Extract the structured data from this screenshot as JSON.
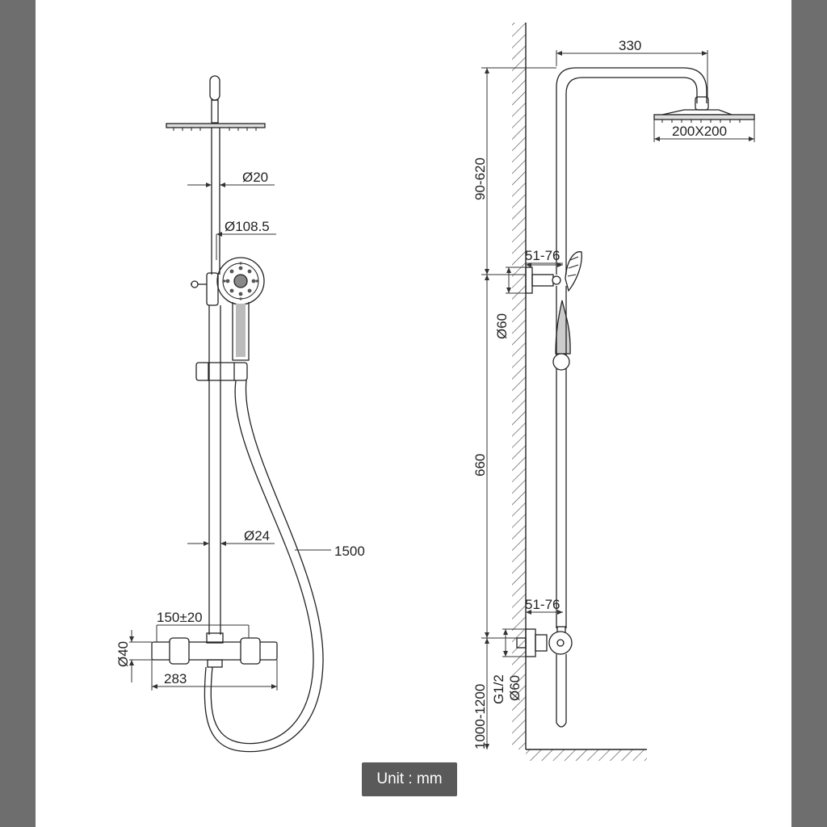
{
  "unit_label": "Unit : mm",
  "front_view": {
    "d_pipe_top": "Ø20",
    "d_handshower": "Ø108.5",
    "d_pipe_bottom": "Ø24",
    "hose_length": "1500",
    "inlet_spacing": "150±20",
    "body_diameter": "Ø40",
    "body_width": "283"
  },
  "side_view": {
    "arm_length": "330",
    "head_size": "200X200",
    "upper_height": "90-620",
    "bracket_depth": "51-76",
    "bracket_diameter": "Ø60",
    "middle_height": "660",
    "valve_depth": "51-76",
    "thread": "G1/2",
    "valve_diameter": "Ø60",
    "install_height": "1000-1200"
  }
}
